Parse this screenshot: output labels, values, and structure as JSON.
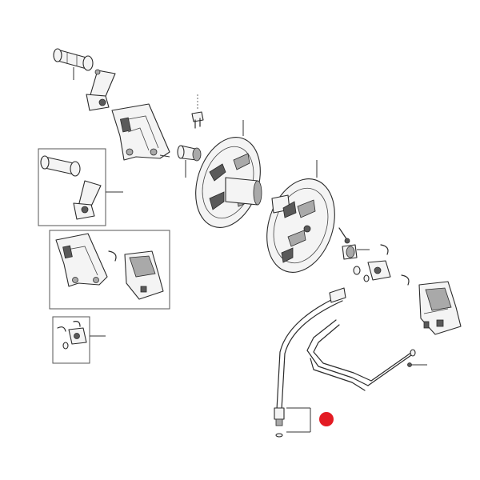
{
  "diagram": {
    "highlight_color": "#e31b23",
    "line_color": "#2b2b2b",
    "parts": [
      "grip-handle",
      "crank-arm",
      "hose-guide-bracket",
      "screw",
      "bushing",
      "drum-left-flange",
      "drum-right-flange",
      "nut",
      "connector",
      "hose-inlet-housing",
      "frame-tube",
      "hose-leader"
    ],
    "inset_boxes": [
      "handle-kit",
      "bracket-housing-kit",
      "connector-clip-kit"
    ]
  }
}
